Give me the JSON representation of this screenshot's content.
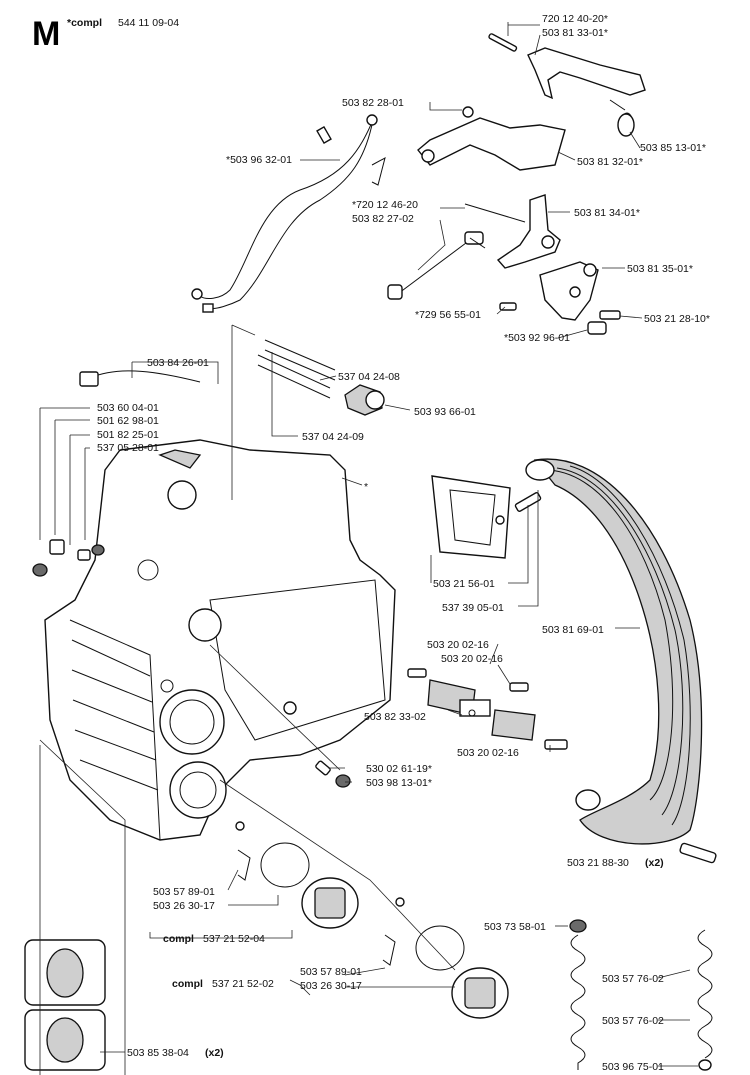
{
  "section_letter": "M",
  "header": {
    "prefix": "*compl",
    "number": "544 11 09-04"
  },
  "labels": {
    "p720124020": "720 12 40-20*",
    "p503813301": "503 81 33-01*",
    "p503822801": "503 82 28-01",
    "p503963201": "*503 96 32-01",
    "p503851301": "503 85 13-01*",
    "p503813201": "503 81 32-01*",
    "p720124620": "*720 12 46-20",
    "p503813401": "503 81 34-01*",
    "p503822702": "503 82 27-02",
    "p503813501": "503 81 35-01*",
    "p729565501": "*729 56 55-01",
    "p503212810": "503 21 28-10*",
    "p503929601": "*503 92 96-01",
    "p503842601": "503 84 26-01",
    "p537042408": "537 04 24-08",
    "p503600401": "503 60 04-01",
    "p501629801": "501 62 98-01",
    "p503936601": "503 93 66-01",
    "p501822501": "501 82 25-01",
    "p537052801": "537 05 28-01",
    "p537042409": "537 04 24-09",
    "star": "*",
    "p503215601": "503 21 56-01",
    "p537390501": "537 39 05-01",
    "p503816901": "503 81 69-01",
    "p503200216a": "503 20 02-16",
    "p503200216b": "503 20 02-16",
    "p503823302": "503 82 33-02",
    "p503200216c": "503 20 02-16",
    "p530026119": "530 02 61-19*",
    "p503981301": "503 98 13-01*",
    "p503218830": "503 21 88-30",
    "x2a": "(x2)",
    "p503578901a": "503 57 89-01",
    "p503263017a": "503 26 30-17",
    "compl_a": "compl",
    "p537215204": "537 21 52-04",
    "p503735801": "503 73 58-01",
    "p503577602a": "503 57 76-02",
    "compl_b": "compl",
    "p537215202": "537 21 52-02",
    "p503578901b": "503 57 89-01",
    "p503263017b": "503 26 30-17",
    "p503577602b": "503 57 76-02",
    "p503853804": "503 85 38-04",
    "x2b": "(x2)",
    "p503967501": "503 96 75-01"
  }
}
